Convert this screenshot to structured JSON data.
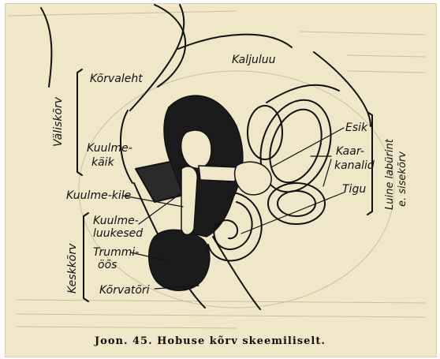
{
  "labels": {
    "kaljuluu": "Kaljuluu",
    "korvaleht": "Kõrvaleht",
    "kuulmekaik_1": "Kuulme-",
    "kuulmekaik_2": "käik",
    "valiskorv": "Väliskõrv",
    "kuulmekile": "Kuulme-kile",
    "kuulmeluukesed_1": "Kuulme-",
    "kuulmeluukesed_2": "luukesed",
    "trummioos_1": "Trummi-",
    "trummioos_2": "öõs",
    "korvatori": "Kõrvatõri",
    "keskkorv": "Keskkõrv",
    "esik": "Esik",
    "kaarkanalid_1": "Kaar-",
    "kaarkanalid_2": "kanalid",
    "tigu": "Tigu",
    "sisekorv_1": "Luine labürint",
    "sisekorv_2": "e. sisekõrv"
  },
  "caption": "Joon. 45. Hobuse kõrv skeemiliselt."
}
